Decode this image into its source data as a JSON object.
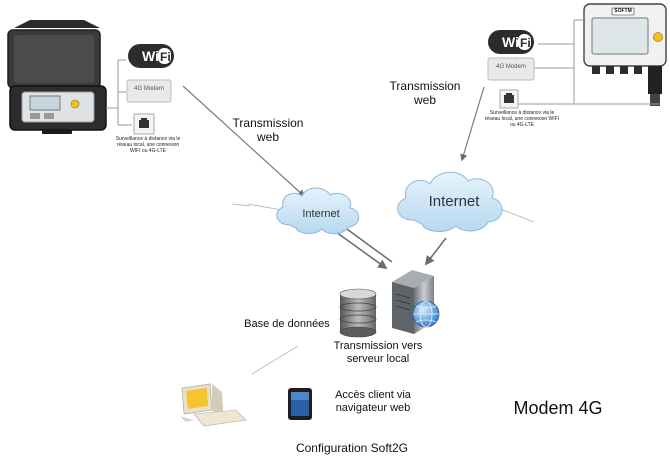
{
  "left_unit": {
    "wifi_label": "Wi Fi",
    "modem_label": "4G Modem",
    "caption": "Surveillance à distance via le réseau local, une connexion WIFI ou 4G-LTE",
    "transmission_label": "Transmission\nweb"
  },
  "right_unit": {
    "wifi_label": "Wi Fi",
    "modem_label": "4G Modem",
    "caption": "Surveillance à distance via le réseau local, une connexion WIFI ou 4G-LTE",
    "transmission_label": "Transmission\nweb",
    "device_brand": "SOFTM"
  },
  "clouds": {
    "left": "Internet",
    "right": "Internet"
  },
  "database_label": "Base de données",
  "server_label": "Transmission vers\nserveur local",
  "client_label": "Accès client via\nnavigateur web",
  "product_title": "Modem 4G",
  "config_label": "Configuration Soft2G",
  "colors": {
    "cloud_fill": "#cfe6f7",
    "cloud_stroke": "#8fb9da",
    "line": "#8a8a8a",
    "arrow": "#6c6c6c",
    "device_dark": "#2d2d2d",
    "screen": "#cdd8e0",
    "accent_yellow": "#f2c21b"
  }
}
